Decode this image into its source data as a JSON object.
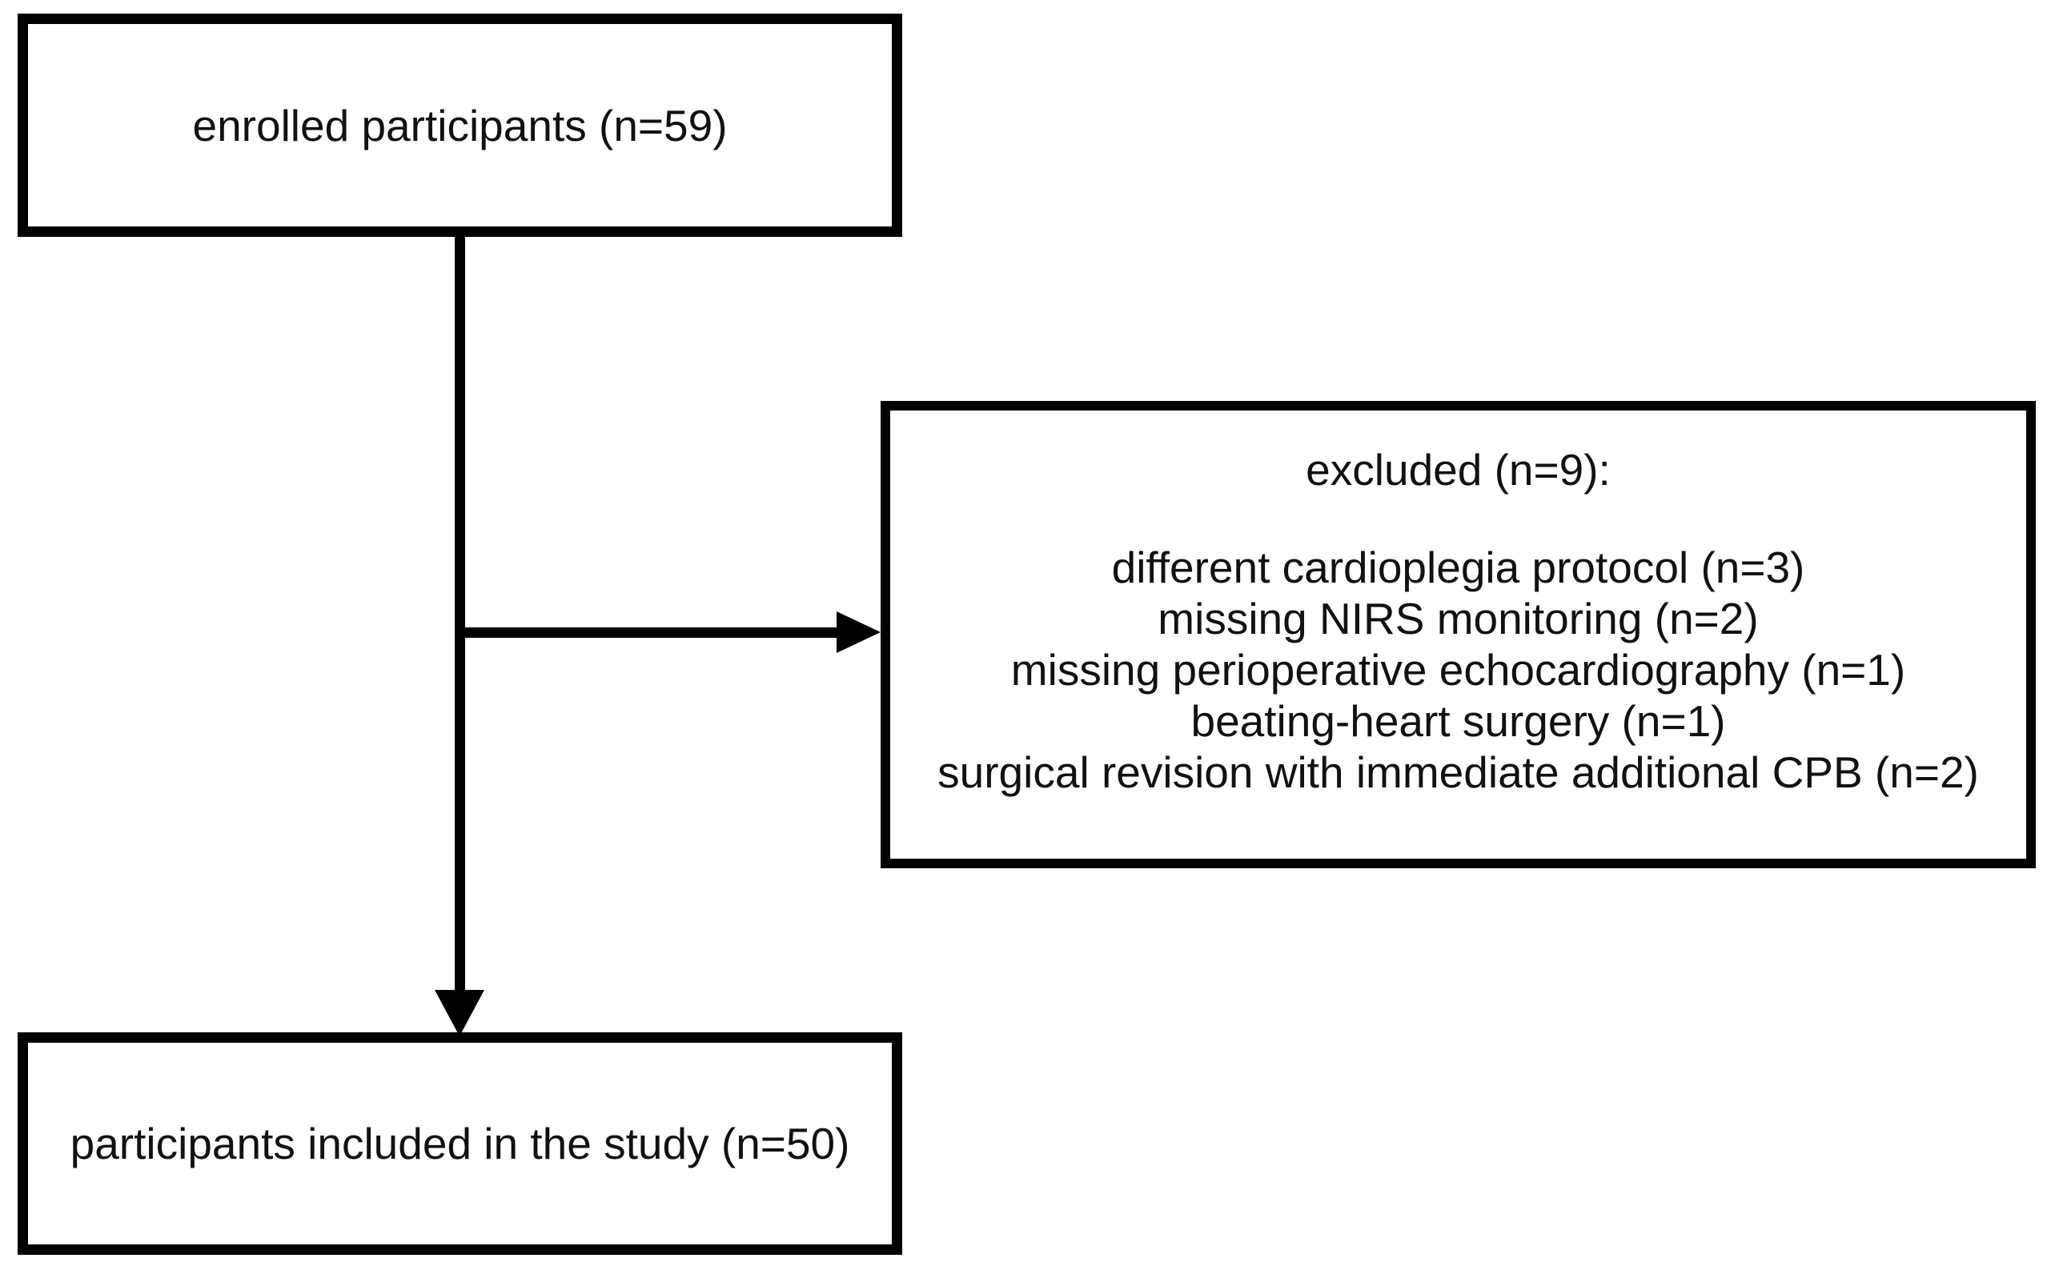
{
  "diagram": {
    "type": "flowchart",
    "background_color": "#ffffff",
    "line_color": "#000000",
    "text_color": "#111111",
    "nodes": {
      "enrolled": {
        "label": "enrolled participants (n=59)"
      },
      "excluded": {
        "title": "excluded (n=9):",
        "items": [
          "different cardioplegia protocol (n=3)",
          "missing NIRS monitoring (n=2)",
          "missing perioperative echocardiography (n=1)",
          "beating-heart surgery (n=1)",
          "surgical revision with immediate additional CPB (n=2)"
        ]
      },
      "included": {
        "label": "participants included in the study (n=50)"
      }
    },
    "edges": [
      {
        "from": "enrolled",
        "to": "included",
        "direction": "down"
      },
      {
        "from": "enrolled",
        "to": "excluded",
        "direction": "right"
      }
    ]
  }
}
